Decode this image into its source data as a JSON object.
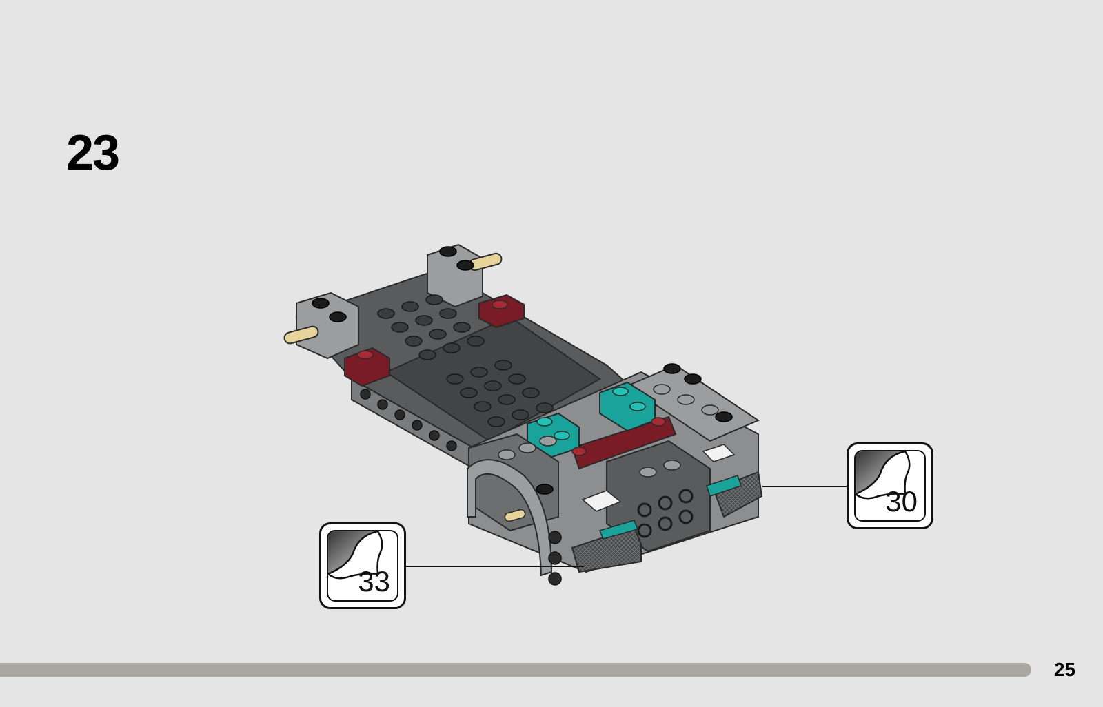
{
  "step": {
    "number": "23"
  },
  "stickers": [
    {
      "number": "33"
    },
    {
      "number": "30"
    }
  ],
  "footer": {
    "page_number": "25"
  },
  "colors": {
    "background": "#e4e5e4",
    "footer_bar": "#aaa7a3",
    "brick_dark_gray": "#5a5b5c",
    "brick_light_gray": "#9c9d9f",
    "brick_dark_red": "#7a1c25",
    "brick_teal": "#1aa39a",
    "brick_tan": "#e7d49b",
    "brick_black": "#1c1c1c"
  }
}
